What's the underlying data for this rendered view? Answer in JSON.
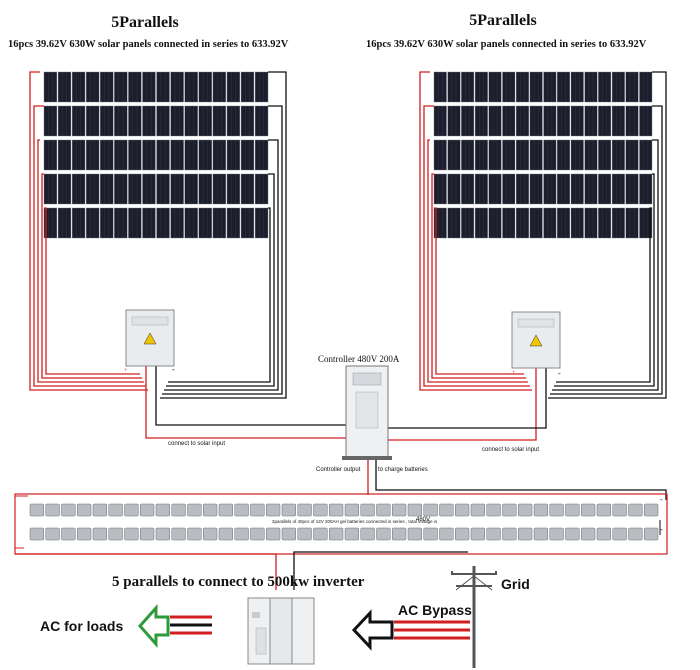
{
  "left_array": {
    "title": "5Parallels",
    "subtitle": "16pcs 39.62V 630W solar panels connected in series to 633.92V",
    "connect_label": "connect to solar input"
  },
  "right_array": {
    "title": "5Parallels",
    "subtitle": "16pcs 39.62V 630W solar panels connected in series to 633.92V",
    "connect_label": "connect to solar input"
  },
  "controller": {
    "title": "Controller 480V 200A",
    "output_label": "Controller output",
    "charge_label": "to charge batteries"
  },
  "battery_bank": {
    "caption": "2parallels of    40pcs of 12V 200AH gel batteries connected in series , total voltage is",
    "voltage": "480V"
  },
  "inverter": {
    "label": "5 parallels to connect to 500kw inverter"
  },
  "loads": {
    "label": "AC for loads"
  },
  "bypass": {
    "label": "AC Bypass"
  },
  "grid": {
    "label": "Grid"
  },
  "combiner": {
    "plus": "+",
    "minus": "-"
  },
  "colors": {
    "positive": "#d21e1e",
    "negative": "#111111",
    "arrow_left": "#2e9a3c",
    "panel": "#1c1f2b"
  }
}
